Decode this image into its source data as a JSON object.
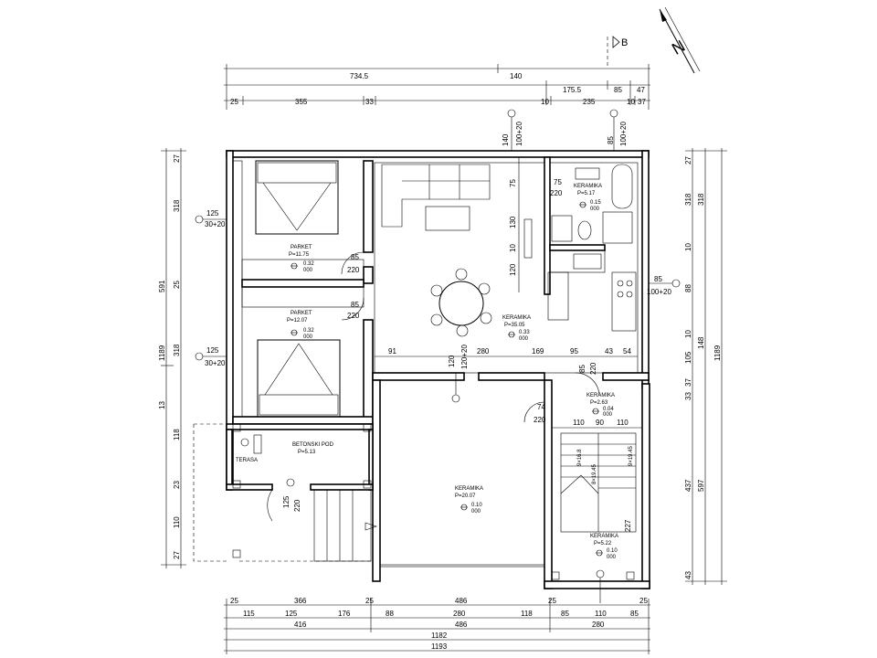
{
  "dims_top": {
    "row1": [
      "734.5",
      "140"
    ],
    "row2": [
      "175.5",
      "85",
      "47"
    ],
    "row3": [
      "25",
      "355",
      "33",
      "10",
      "235",
      "10",
      "37"
    ]
  },
  "dims_bottom": {
    "row1": [
      "25",
      "366",
      "25",
      "486",
      "25",
      "25"
    ],
    "row2": [
      "115",
      "125",
      "176",
      "88",
      "280",
      "118",
      "85",
      "110",
      "85"
    ],
    "row3": [
      "416",
      "486",
      "280"
    ],
    "row4": "1182",
    "row5": "1193"
  },
  "dims_left": {
    "outer": "1189",
    "mid": "591",
    "segments": [
      "27",
      "318",
      "25",
      "318",
      "13",
      "118",
      "23",
      "110",
      "27"
    ]
  },
  "dims_right": {
    "outer": "1189",
    "a": [
      "27",
      "318",
      "10",
      "88",
      "10",
      "148",
      "105",
      "37",
      "33",
      "437",
      "43"
    ],
    "b": [
      "318",
      "597"
    ]
  },
  "compass": {
    "north": "N",
    "section": "B"
  },
  "openings": {
    "top_left": [
      "140",
      "100+20"
    ],
    "top_right": [
      "85",
      "100+20"
    ],
    "left_top": [
      "125",
      "30+20"
    ],
    "left_bottom": [
      "125",
      "30+20"
    ],
    "right": [
      "85",
      "100+20"
    ],
    "center": [
      "120",
      "120+20"
    ],
    "door_bed1": [
      "85",
      "220"
    ],
    "door_bed2": [
      "85",
      "220"
    ],
    "door_bath": [
      "75",
      "220"
    ],
    "door_hall": [
      "85",
      "220"
    ],
    "door_stair": [
      "74",
      "220"
    ],
    "door_entry": [
      "125",
      "220"
    ]
  },
  "interior_dims": {
    "living_h": [
      "75",
      "130",
      "10",
      "120"
    ],
    "living_w": [
      "91",
      "280",
      "169",
      "95",
      "43",
      "54"
    ],
    "hall_w": [
      "110",
      "90",
      "110"
    ],
    "stair_vert": [
      "227"
    ],
    "stair_labels": [
      "9×16.8",
      "9×19.45",
      "8×19.45"
    ]
  },
  "rooms": [
    {
      "name": "PARKET",
      "area": "P=11.75",
      "tag": "0.32",
      "sub": "000"
    },
    {
      "name": "PARKET",
      "area": "P=12.07",
      "tag": "0.32",
      "sub": "000"
    },
    {
      "name": "KERAMIKA",
      "area": "P=35.05",
      "tag": "0.33",
      "sub": "000"
    },
    {
      "name": "KERAMIKA",
      "area": "P=5.17",
      "tag": "0.15",
      "sub": "000"
    },
    {
      "name": "KERAMIKA",
      "area": "P=2.63",
      "tag": "0.04",
      "sub": "000"
    },
    {
      "name": "BETONSKI POD",
      "area": "P=5.13",
      "tag": "",
      "sub": ""
    },
    {
      "name": "KERAMIKA",
      "area": "P=20.07",
      "tag": "0.10",
      "sub": "000"
    },
    {
      "name": "KERAMIKA",
      "area": "P=5.22",
      "tag": "0.10",
      "sub": "000"
    }
  ],
  "terrace_label": "TERASA"
}
